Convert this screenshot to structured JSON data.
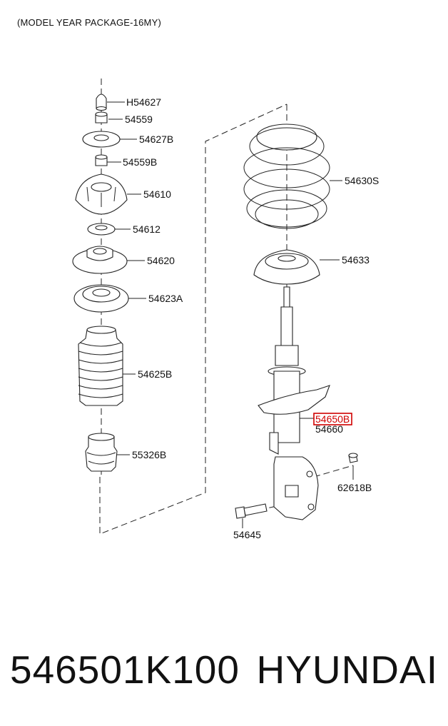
{
  "diagram": {
    "caption": "(MODEL YEAR PACKAGE-16MY)",
    "highlight_color": "#d00000",
    "parts": [
      {
        "code": "H54627",
        "icon": "bump-cap-icon"
      },
      {
        "code": "54559",
        "icon": "nut-icon"
      },
      {
        "code": "54627B",
        "icon": "washer-icon"
      },
      {
        "code": "54559B",
        "icon": "nut-icon"
      },
      {
        "code": "54610",
        "icon": "strut-mount-icon"
      },
      {
        "code": "54612",
        "icon": "washer-icon"
      },
      {
        "code": "54620",
        "icon": "bearing-icon"
      },
      {
        "code": "54623A",
        "icon": "spring-seat-icon"
      },
      {
        "code": "54625B",
        "icon": "dust-boot-icon"
      },
      {
        "code": "55326B",
        "icon": "bump-stopper-icon"
      },
      {
        "code": "54630S",
        "icon": "coil-spring-icon"
      },
      {
        "code": "54633",
        "icon": "spring-pad-icon"
      },
      {
        "code": "54650B",
        "icon": "strut-assembly-icon",
        "highlighted": true
      },
      {
        "code": "54660",
        "icon": "strut-assembly-icon"
      },
      {
        "code": "62618B",
        "icon": "nut-icon"
      },
      {
        "code": "54645",
        "icon": "bolt-icon"
      }
    ]
  },
  "footer": {
    "part_number": "546501K100",
    "brand": "HYUNDAI"
  }
}
